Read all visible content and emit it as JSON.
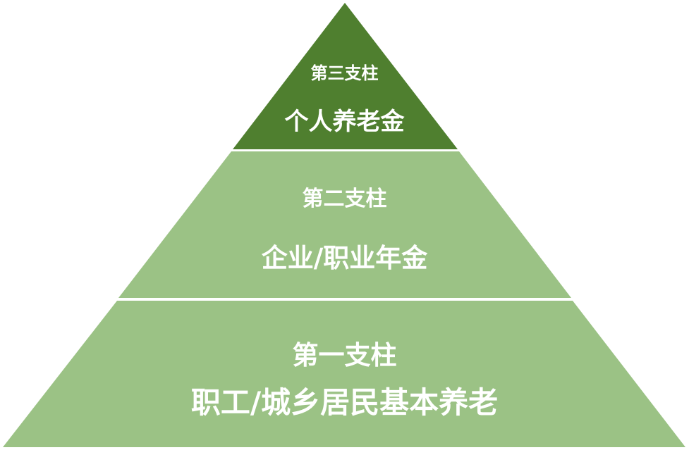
{
  "diagram": {
    "type": "pyramid",
    "colors": {
      "top_tier": "#4f7f2f",
      "lower_tiers": "#9bc285",
      "separator": "#ffffff",
      "text": "#ffffff"
    },
    "tiers": [
      {
        "position": "top",
        "pillar": "第三支柱",
        "name": "个人养老金"
      },
      {
        "position": "middle",
        "pillar": "第二支柱",
        "name": "企业/职业年金"
      },
      {
        "position": "bottom",
        "pillar": "第一支柱",
        "name": "职工/城乡居民基本养老"
      }
    ]
  }
}
